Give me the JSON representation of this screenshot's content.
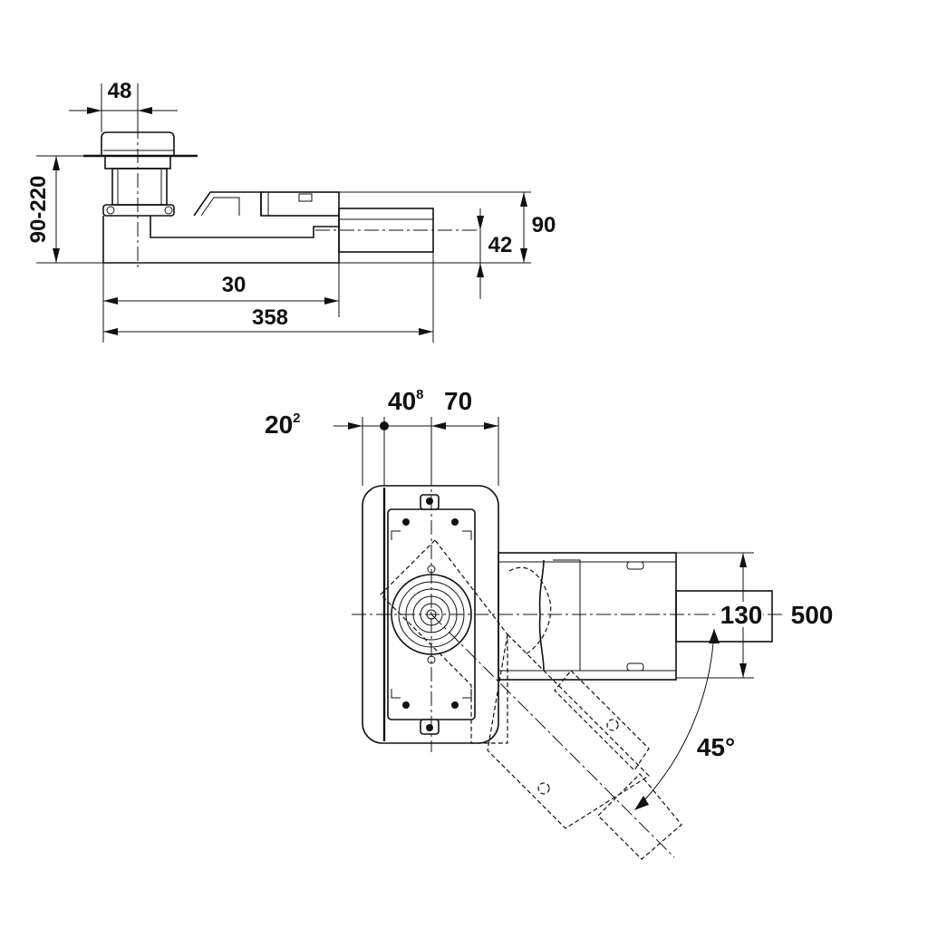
{
  "dimensions": {
    "width_48": "48",
    "height_90_220": "90-220",
    "height_90": "90",
    "height_42": "42",
    "length_30": "30",
    "length_358": "358",
    "offset_20": "20",
    "offset_20_sup": "2",
    "offset_40": "40",
    "offset_40_sup": "8",
    "width_70": "70",
    "width_130": "130",
    "length_500": "500",
    "angle_45": "45°"
  }
}
